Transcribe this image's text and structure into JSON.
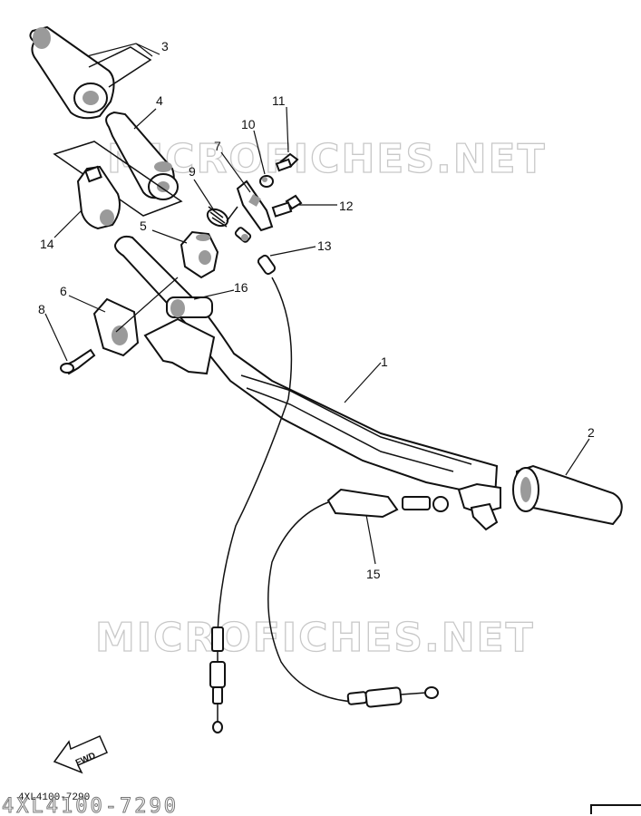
{
  "callouts": {
    "c1": "1",
    "c2": "2",
    "c3": "3",
    "c4": "4",
    "c5": "5",
    "c6": "6",
    "c7": "7",
    "c8": "8",
    "c9": "9",
    "c10": "10",
    "c11": "11",
    "c12": "12",
    "c13": "13",
    "c14": "14",
    "c15": "15",
    "c16": "16"
  },
  "watermark": {
    "top": "MICROFICHES.NET",
    "bottom": "MICROFICHES.NET"
  },
  "footer": {
    "diagram_code": "4XL4100-7290",
    "fwd_label": "FWD"
  },
  "colors": {
    "line": "#111111",
    "watermark": "#c8c8c8",
    "shade": "#9a9a9a"
  }
}
